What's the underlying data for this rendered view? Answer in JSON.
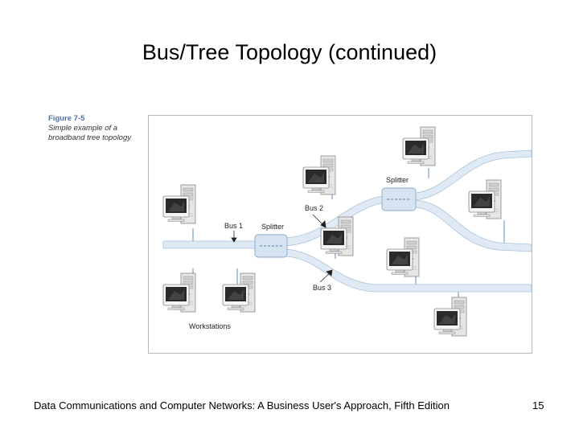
{
  "slide": {
    "title": "Bus/Tree Topology (continued)",
    "footer": "Data Communications and Computer Networks: A Business User's Approach, Fifth Edition",
    "page_number": "15"
  },
  "figure": {
    "label": "Figure 7-5",
    "caption": "Simple example of a broadband tree topology"
  },
  "diagram": {
    "labels": {
      "bus1": "Bus 1",
      "bus2": "Bus 2",
      "bus3": "Bus 3",
      "splitter_left": "Splitter",
      "splitter_right": "Splitter",
      "workstations": "Workstations"
    },
    "colors": {
      "cable": "#dfeaf4",
      "cable_edge": "#a9c3da",
      "splitter": "#d6e3f0",
      "drop_line": "#7b9cc0",
      "monitor_screen": "#2a2a2a",
      "case": "#e8e8e8"
    }
  }
}
